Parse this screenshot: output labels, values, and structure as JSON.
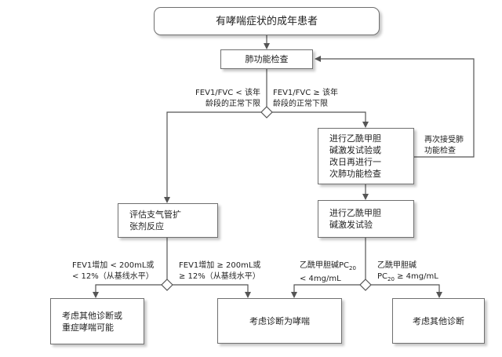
{
  "colors": {
    "line": "#555555",
    "box_border": "#6f6f6f",
    "background": "#ffffff"
  },
  "nodes": {
    "adult_patient": "有哮喘症状的成年患者",
    "lung_function": "肺功能检查",
    "methacholine_or_repeat": [
      "进行乙酰甲胆",
      "碱激发试验或",
      "改日再进行一",
      "次肺功能检查"
    ],
    "bronchodilator": [
      "评估支气管扩",
      "张剂反应"
    ],
    "methacholine": [
      "进行乙酰甲胆",
      "碱激发试验"
    ],
    "other_or_severe": [
      "考虑其他诊断或",
      "重症哮喘可能"
    ],
    "asthma": "考虑诊断为哮喘",
    "other_dx": "考虑其他诊断"
  },
  "labels": {
    "fev_low": [
      "FEV1/FVC < 该年",
      "龄段的正常下限"
    ],
    "fev_normal": [
      "FEV1/FVC ≥ 该年",
      "龄段的正常下限"
    ],
    "retest": [
      "再次接受肺",
      "功能检查"
    ],
    "fev1_small": [
      "FEV1增加 < 200mL或",
      "< 12%（从基线水平）"
    ],
    "fev1_large": [
      "FEV1增加 ≥ 200mL或",
      "≥ 12%（从基线水平）"
    ],
    "pc20_low": {
      "prefix": "乙酰甲胆碱PC",
      "sub": "20",
      "line2": "< 4mg/mL"
    },
    "pc20_high": {
      "line1": "乙酰甲胆碱",
      "prefix": "PC",
      "sub": "20",
      "suffix": " ≥ 4mg/mL"
    }
  }
}
